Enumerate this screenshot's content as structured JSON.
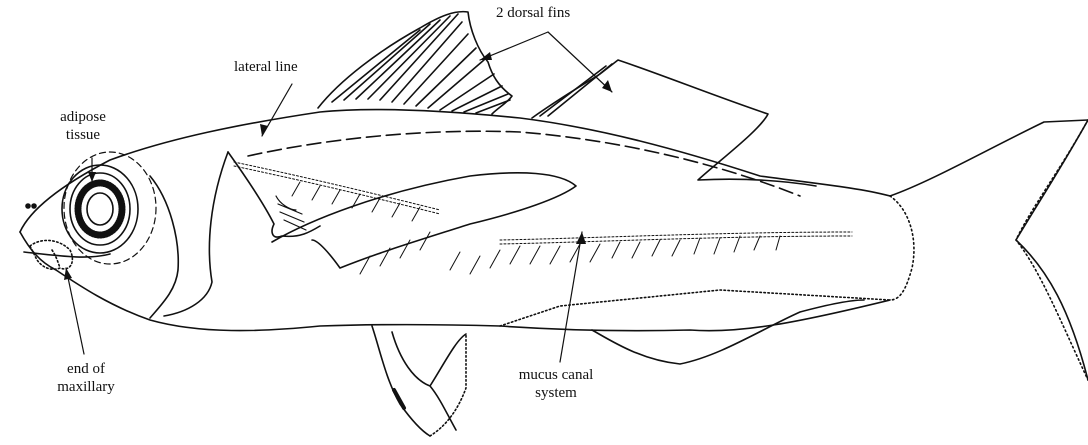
{
  "diagram": {
    "labels": {
      "dorsal_fins": "2 dorsal fins",
      "lateral_line": "lateral line",
      "adipose_line1": "adipose",
      "adipose_line2": "tissue",
      "maxillary_line1": "end of",
      "maxillary_line2": "maxillary",
      "mucus_line1": "mucus canal",
      "mucus_line2": "system"
    },
    "colors": {
      "ink": "#111111",
      "background": "#ffffff"
    }
  }
}
